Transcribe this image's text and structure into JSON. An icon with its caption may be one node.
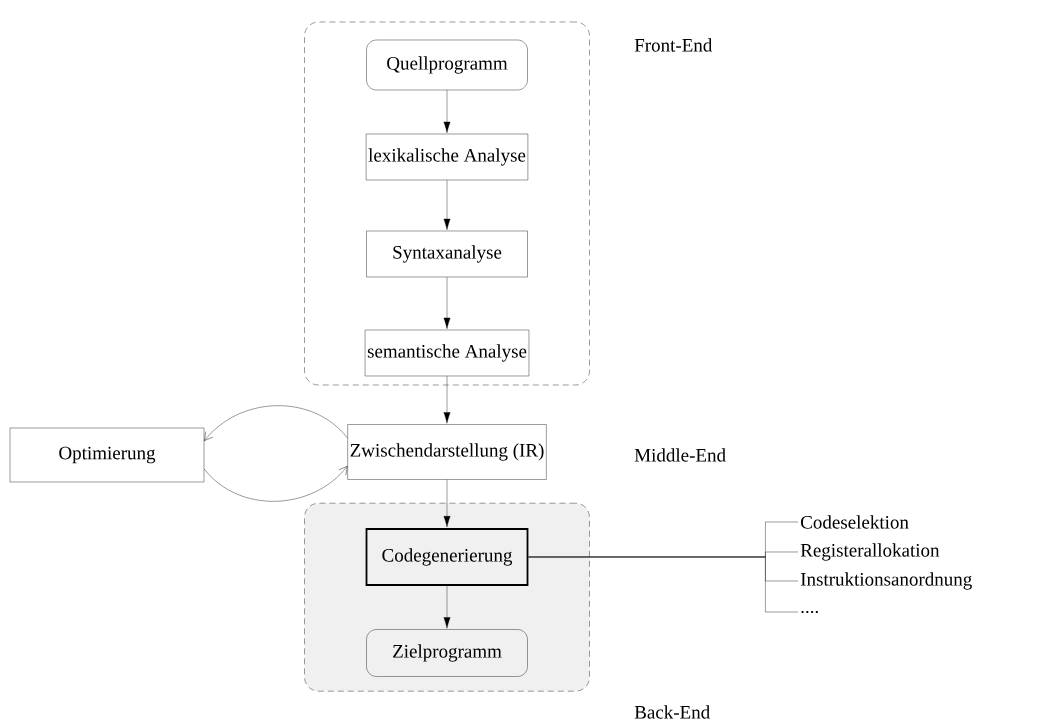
{
  "diagram": {
    "nodes": [
      {
        "text": [
          "Front-End"
        ]
      },
      {
        "text": [
          "Quellprogramm"
        ],
        "in": 0
      },
      {
        "text": [
          "lexikalische Analyse"
        ],
        "in": 0
      },
      {
        "text": [
          "Syntaxanalyse"
        ],
        "in": 0
      },
      {
        "text": [
          "semantische Analyse"
        ],
        "in": 0
      },
      {
        "text": [
          "Optimierung"
        ]
      },
      {
        "text": [
          "Zwischendarstellung (IR)"
        ]
      },
      {
        "text": [
          "Back-End"
        ]
      },
      {
        "text": [
          "Codegenerierung"
        ],
        "in": 7
      },
      {
        "text": [
          "Zielprogramm"
        ],
        "in": 7
      },
      {
        "text": [
          "Codeselektion"
        ]
      },
      {
        "text": [
          "Registerallokation"
        ]
      },
      {
        "text": [
          "Instruktionsanordnung"
        ]
      },
      {
        "text": [
          "...."
        ]
      }
    ],
    "edges": [
      {
        "from": 1,
        "to": 2,
        "arrow": "to"
      },
      {
        "from": 2,
        "to": 3,
        "arrow": "to"
      },
      {
        "from": 3,
        "to": 4,
        "arrow": "to"
      },
      {
        "from": 4,
        "to": 6,
        "arrow": "to"
      },
      {
        "from": 6,
        "to": 5,
        "arrow": "to"
      },
      {
        "from": 5,
        "to": 6,
        "arrow": "to"
      },
      {
        "from": 6,
        "to": 8,
        "arrow": "to"
      },
      {
        "from": 8,
        "to": 9,
        "arrow": "to"
      },
      {
        "from": 8,
        "to": 10,
        "arrow": "none"
      },
      {
        "from": 8,
        "to": 11,
        "arrow": "none"
      },
      {
        "from": 8,
        "to": 12,
        "arrow": "none"
      },
      {
        "from": 8,
        "to": 13,
        "arrow": "none"
      }
    ],
    "labels": [
      "Middle-End"
    ]
  }
}
